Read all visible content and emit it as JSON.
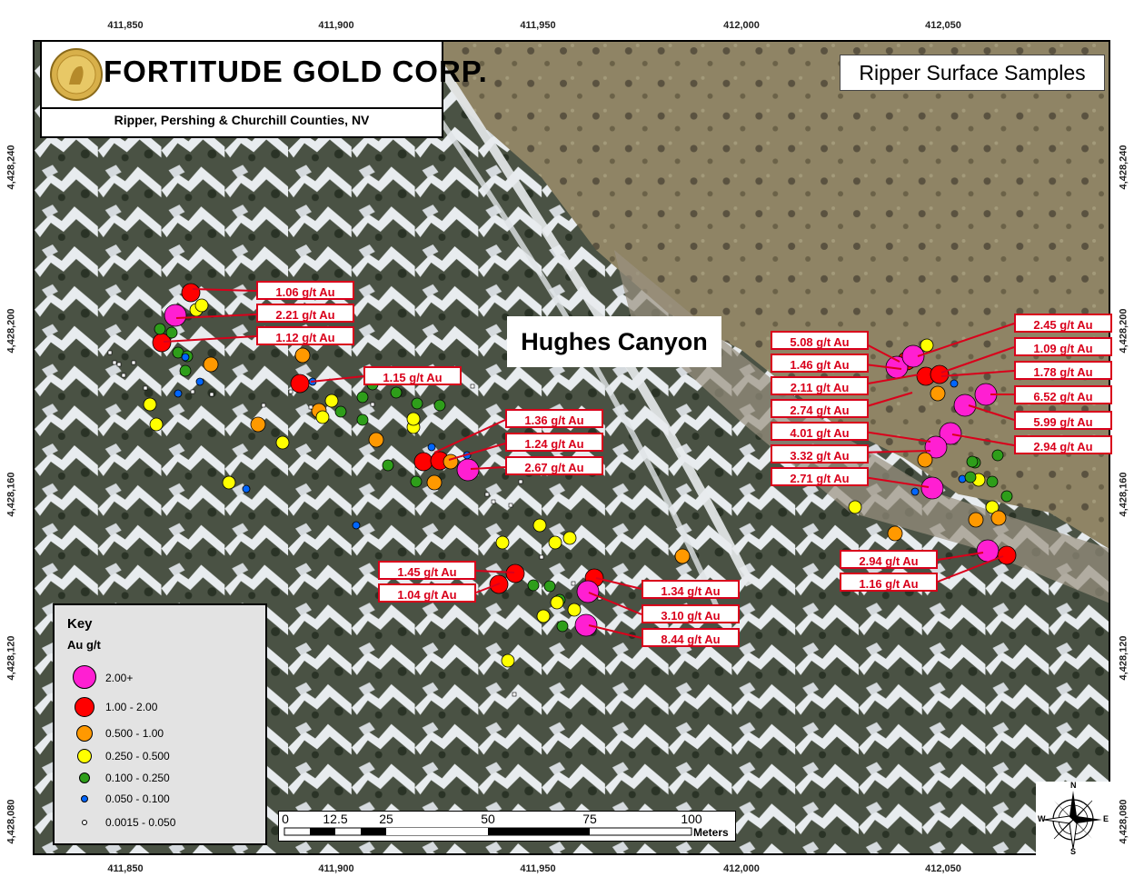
{
  "map": {
    "title": "Ripper Surface Samples",
    "place_name": "Hughes Canyon",
    "company_name": "FORTITUDE GOLD CORP.",
    "region": "Ripper, Pershing & Churchill Counties, NV",
    "x_coords": [
      "411,850",
      "411,900",
      "411,950",
      "412,000",
      "412,050"
    ],
    "y_coords": [
      "4,428,240",
      "4,428,200",
      "4,428,160",
      "4,428,120",
      "4,428,080"
    ]
  },
  "sample_labels": [
    "1.06 g/t Au",
    "2.21 g/t Au",
    "1.12 g/t Au",
    "1.15 g/t Au",
    "1.36 g/t Au",
    "1.24 g/t Au",
    "2.67 g/t Au",
    "1.45 g/t Au",
    "1.04 g/t Au",
    "1.34 g/t Au",
    "3.10 g/t Au",
    "8.44 g/t Au",
    "5.08 g/t Au",
    "1.46 g/t Au",
    "2.11 g/t Au",
    "2.74 g/t Au",
    "4.01 g/t Au",
    "3.32 g/t Au",
    "2.71 g/t Au",
    "2.45 g/t Au",
    "1.09 g/t Au",
    "1.78 g/t Au",
    "6.52 g/t Au",
    "5.99 g/t Au",
    "2.94 g/t Au",
    "2.94 g/t Au",
    "1.16 g/t Au"
  ],
  "legend": {
    "title": "Key",
    "unit": "Au g/t",
    "classes": [
      {
        "label": "2.00+",
        "color": "#ff1fd2"
      },
      {
        "label": "1.00 - 2.00",
        "color": "#ff0000"
      },
      {
        "label": "0.500 - 1.00",
        "color": "#ff9900"
      },
      {
        "label": "0.250 - 0.500",
        "color": "#ffff00"
      },
      {
        "label": "0.100 - 0.250",
        "color": "#2e9e1a"
      },
      {
        "label": "0.050 - 0.100",
        "color": "#0066ff"
      },
      {
        "label": "0.0015 - 0.050",
        "color": "#ffffff"
      }
    ]
  },
  "scale": {
    "ticks": [
      "0",
      "12.5",
      "25",
      "50",
      "75",
      "100"
    ],
    "unit": "Meters"
  },
  "north_arrow": {
    "n": "N",
    "s": "S",
    "e": "E",
    "w": "W"
  }
}
